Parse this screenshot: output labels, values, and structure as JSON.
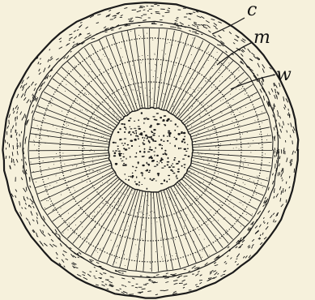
{
  "labels": {
    "c": "c",
    "m": "m",
    "w": "w"
  },
  "colors": {
    "paper": "#f6f1dc",
    "ink": "#1a1a1a"
  }
}
